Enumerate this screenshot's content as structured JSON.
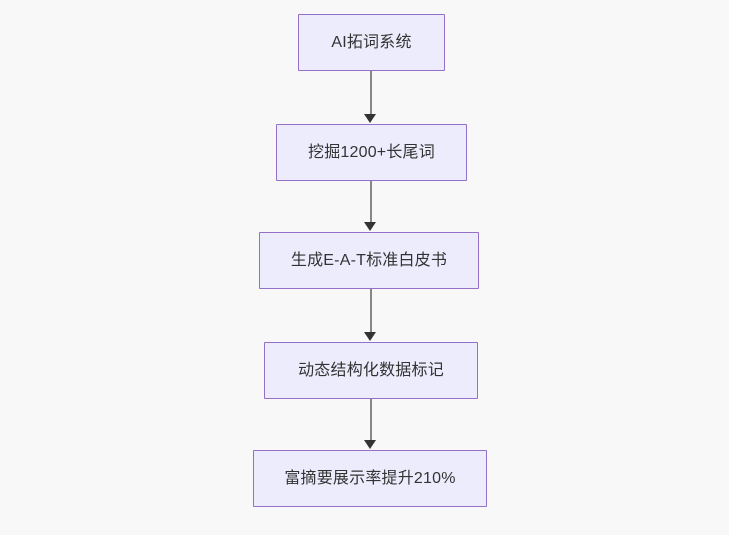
{
  "diagram": {
    "type": "flowchart",
    "direction": "top-to-bottom",
    "background_color": "#f8f8f8",
    "node_fill_color": "#ececfd",
    "node_border_color": "#9570c8",
    "node_text_color": "#333333",
    "edge_line_color": "#868686",
    "edge_arrow_color": "#333333",
    "nodes": [
      {
        "id": "n1",
        "label": "AI拓词系统"
      },
      {
        "id": "n2",
        "label": "挖掘1200+长尾词"
      },
      {
        "id": "n3",
        "label": "生成E-A-T标准白皮书"
      },
      {
        "id": "n4",
        "label": "动态结构化数据标记"
      },
      {
        "id": "n5",
        "label": "富摘要展示率提升210%"
      }
    ],
    "edges": [
      {
        "from": "n1",
        "to": "n2",
        "label": ""
      },
      {
        "from": "n2",
        "to": "n3",
        "label": ""
      },
      {
        "from": "n3",
        "to": "n4",
        "label": ""
      },
      {
        "from": "n4",
        "to": "n5",
        "label": ""
      }
    ]
  }
}
